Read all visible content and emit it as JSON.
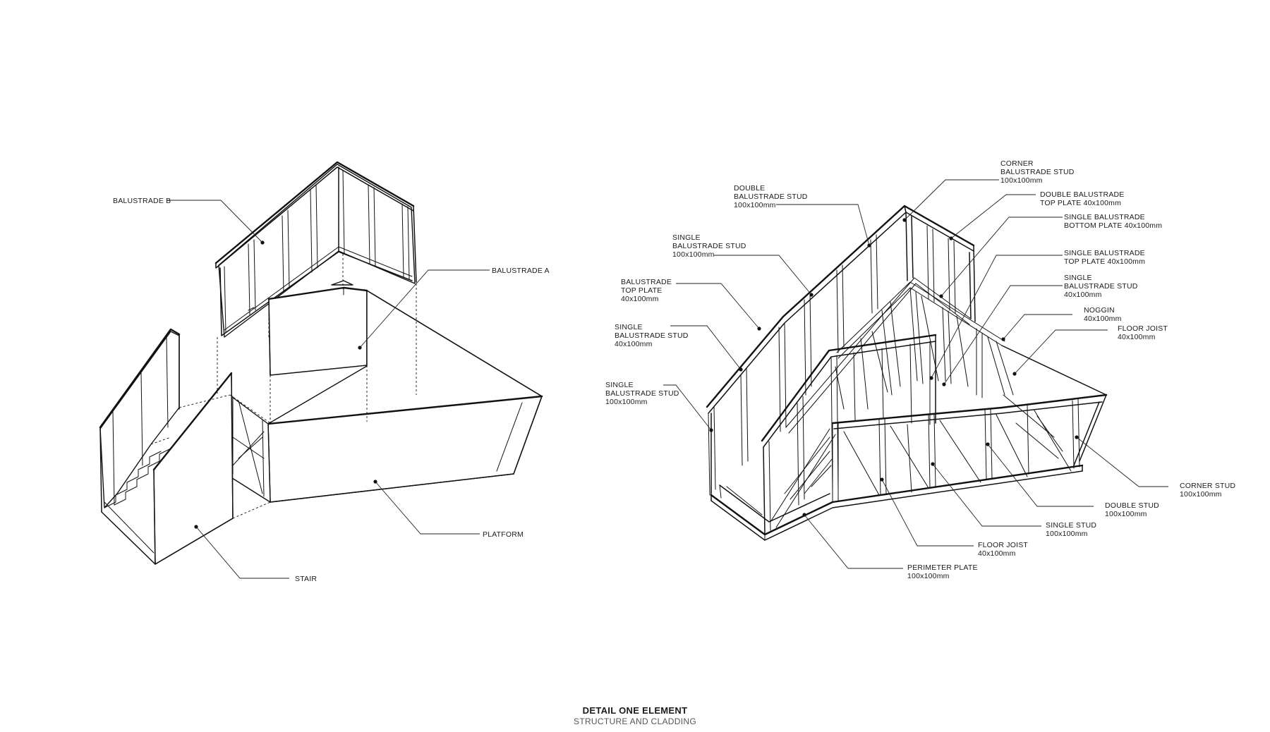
{
  "left_labels": {
    "balustrade_b": "BALUSTRADE B",
    "balustrade_a": "BALUSTRADE A",
    "platform": "PLATFORM",
    "stair": "STAIR"
  },
  "right_labels": {
    "corner_bal_stud": [
      "CORNER",
      "BALUSTRADE STUD",
      "100x100mm"
    ],
    "double_bal_stud": [
      "DOUBLE",
      "BALUSTRADE STUD",
      "100x100mm"
    ],
    "double_bal_top_plate": [
      "DOUBLE BALUSTRADE",
      "TOP PLATE 40x100mm"
    ],
    "single_bal_bottom_plate": [
      "SINGLE BALUSTRADE",
      "BOTTOM PLATE 40x100mm"
    ],
    "single_bal_stud_1": [
      "SINGLE",
      "BALUSTRADE STUD",
      "100x100mm"
    ],
    "single_bal_top_plate": [
      "SINGLE BALUSTRADE",
      "TOP PLATE 40x100mm"
    ],
    "single_bal_stud_2": [
      "SINGLE",
      "BALUSTRADE STUD",
      "40x100mm"
    ],
    "bal_top_plate": [
      "BALUSTRADE",
      "TOP PLATE",
      "40x100mm"
    ],
    "noggin": [
      "NOGGIN",
      "40x100mm"
    ],
    "single_bal_stud_3": [
      "SINGLE",
      "BALUSTRADE STUD",
      "40x100mm"
    ],
    "floor_joist_top": [
      "FLOOR JOIST",
      "40x100mm"
    ],
    "single_bal_stud_4": [
      "SINGLE",
      "BALUSTRADE STUD",
      "100x100mm"
    ],
    "corner_stud": [
      "CORNER STUD",
      "100x100mm"
    ],
    "double_stud": [
      "DOUBLE STUD",
      "100x100mm"
    ],
    "single_stud": [
      "SINGLE STUD",
      "100x100mm"
    ],
    "floor_joist_bottom": [
      "FLOOR JOIST",
      "40x100mm"
    ],
    "perimeter_plate": [
      "PERIMETER PLATE",
      "100x100mm"
    ]
  },
  "caption": {
    "title": "DETAIL ONE ELEMENT",
    "subtitle": "STRUCTURE AND CLADDING"
  }
}
